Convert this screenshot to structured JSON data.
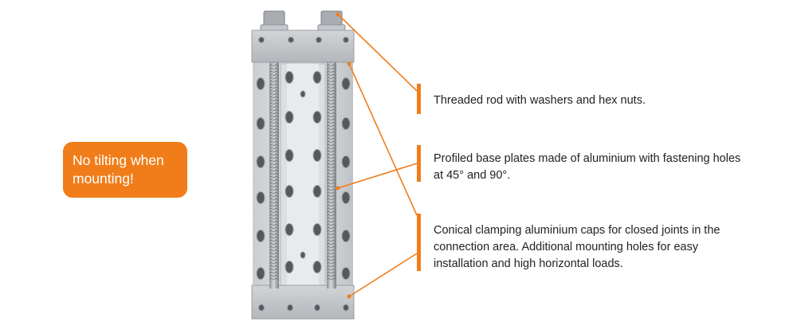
{
  "badge": {
    "text": "No tilting when mounting!"
  },
  "callouts": [
    {
      "text": "Threaded rod with washers and hex nuts."
    },
    {
      "text": "Profiled base plates made of aluminium with fastening holes at 45° and 90°."
    },
    {
      "text": "Conical clamping aluminium caps for closed joints in the connection area. Additional mounting holes for easy installation and high horizontal loads."
    }
  ],
  "colors": {
    "accent": "#f07d1a",
    "text": "#222222",
    "metal_light": "#d9dbde",
    "metal_mid": "#b9bcc0",
    "metal_dark": "#8b8f94"
  }
}
